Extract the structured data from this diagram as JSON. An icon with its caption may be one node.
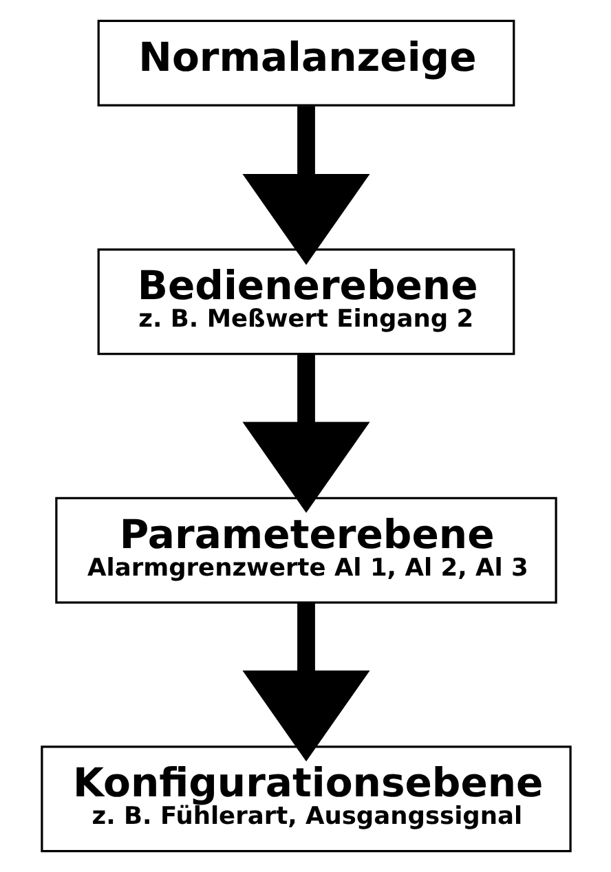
{
  "diagram": {
    "nodes": [
      {
        "text": [
          "Normalanzeige"
        ]
      },
      {
        "text": [
          "Bedienerebene",
          "z. B. Meßwert Eingang 2"
        ]
      },
      {
        "text": [
          "Parameterebene",
          "Alarmgrenzwerte Al 1, Al 2, Al 3"
        ]
      },
      {
        "text": [
          "Konfigurationsebene",
          "z. B. Fühlerart, Ausgangssignal"
        ]
      }
    ],
    "edges": [
      {
        "from": 0,
        "to": 1,
        "arrow": "to"
      },
      {
        "from": 1,
        "to": 2,
        "arrow": "to"
      },
      {
        "from": 2,
        "to": 3,
        "arrow": "to"
      }
    ]
  }
}
